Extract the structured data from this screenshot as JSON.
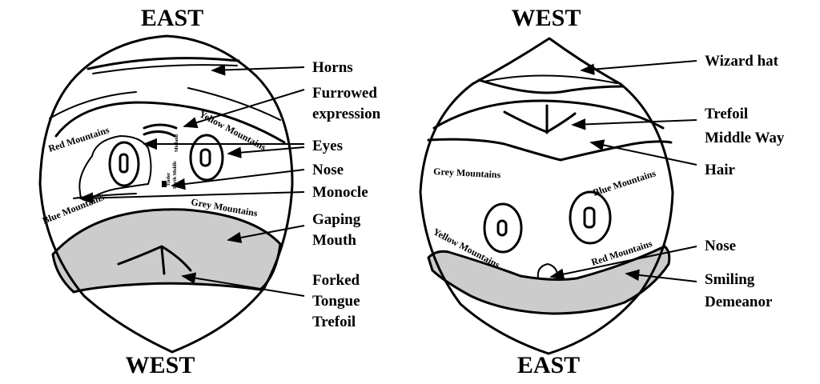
{
  "left_map": {
    "top_direction": "EAST",
    "bottom_direction": "WEST",
    "regions": {
      "red": "Red Mountains",
      "yellow": "Yellow Mountains",
      "blue": "Blue Mountains",
      "grey": "Grey Mountains",
      "midland": "Midland",
      "endor": "Endor",
      "earth_middle": "Earth Middle"
    },
    "labels": {
      "horns": "Horns",
      "furrowed_1": "Furrowed",
      "furrowed_2": "expression",
      "eyes": "Eyes",
      "nose": "Nose",
      "monocle": "Monocle",
      "mouth_1": "Gaping",
      "mouth_2": "Mouth",
      "tongue_1": "Forked",
      "tongue_2": "Tongue",
      "tongue_3": "Trefoil"
    },
    "colors": {
      "mouth_fill": "#cccccc",
      "line": "#000000"
    }
  },
  "right_map": {
    "top_direction": "WEST",
    "bottom_direction": "EAST",
    "regions": {
      "grey": "Grey Mountains",
      "blue": "Blue Mountains",
      "yellow": "Yellow Mountains",
      "red": "Red Mountains"
    },
    "labels": {
      "hat": "Wizard hat",
      "trefoil_1": "Trefoil",
      "trefoil_2": "Middle Way",
      "hair": "Hair",
      "nose": "Nose",
      "smile_1": "Smiling",
      "smile_2": "Demeanor"
    },
    "colors": {
      "smile_fill": "#cccccc",
      "line": "#000000"
    }
  }
}
